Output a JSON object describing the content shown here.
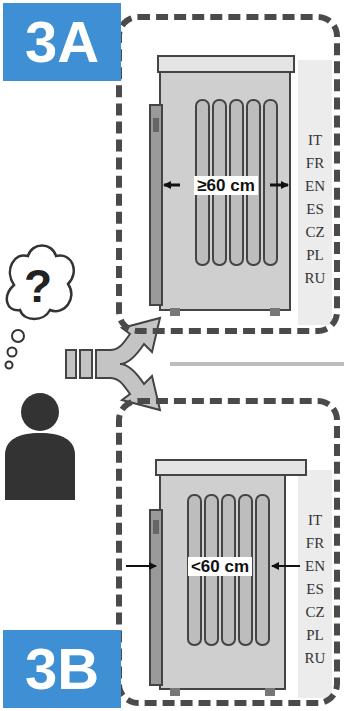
{
  "diagram": {
    "nodes": [
      {
        "text": [
          "3A"
        ]
      },
      {
        "text": [
          "3B"
        ]
      }
    ],
    "labels": [
      "?",
      "≥60 cm",
      "IT",
      "FR",
      "EN",
      "ES",
      "CZ",
      "PL",
      "RU",
      "<60 cm",
      "IT",
      "FR",
      "EN",
      "ES",
      "CZ",
      "PL",
      "RU"
    ]
  }
}
